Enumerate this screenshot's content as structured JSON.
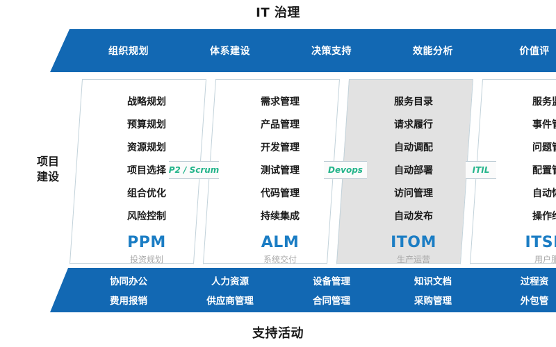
{
  "titles": {
    "top": "IT 治理",
    "bottom": "支持活动"
  },
  "side_label": {
    "line1": "项目",
    "line2": "建设"
  },
  "governance_banner": {
    "color": "#1268b3",
    "items": [
      {
        "label": "组织规划"
      },
      {
        "label": "体系建设"
      },
      {
        "label": "决策支持"
      },
      {
        "label": "效能分析"
      },
      {
        "label": "价值评"
      }
    ]
  },
  "pillars": [
    {
      "id": "ppm",
      "acronym": "PPM",
      "subtitle": "投资规划",
      "shaded": false,
      "items": [
        "战略规划",
        "预算规划",
        "资源规划",
        "项目选择",
        "组合优化",
        "风险控制"
      ]
    },
    {
      "id": "alm",
      "acronym": "ALM",
      "subtitle": "系统交付",
      "shaded": false,
      "items": [
        "需求管理",
        "产品管理",
        "开发管理",
        "测试管理",
        "代码管理",
        "持续集成"
      ]
    },
    {
      "id": "itom",
      "acronym": "ITOM",
      "subtitle": "生产运营",
      "shaded": true,
      "items": [
        "服务目录",
        "请求履行",
        "自动调配",
        "自动部署",
        "访问管理",
        "自动发布"
      ]
    },
    {
      "id": "itsm",
      "acronym": "ITSM",
      "subtitle": "用户服",
      "shaded": false,
      "items": [
        "服务监",
        "事件管",
        "问题管",
        "配置管",
        "自动恢",
        "操作维"
      ]
    }
  ],
  "connectors": [
    {
      "label": "P2 / Scrum",
      "color": "#23b48a"
    },
    {
      "label": "Devops",
      "color": "#23b48a"
    },
    {
      "label": "ITIL",
      "color": "#23b48a"
    }
  ],
  "support_banner": {
    "color": "#1268b3",
    "row1": [
      "协同办公",
      "人力资源",
      "设备管理",
      "知识文档",
      "过程资"
    ],
    "row2": [
      "费用报销",
      "供应商管理",
      "合同管理",
      "采购管理",
      "外包管"
    ]
  },
  "accent_colors": {
    "banner_blue": "#1268b3",
    "acronym_blue": "#1b7dc4",
    "connector_green": "#23b48a",
    "shaded_gray": "#e2e2e2",
    "subtitle_gray": "#a8a8a8"
  }
}
